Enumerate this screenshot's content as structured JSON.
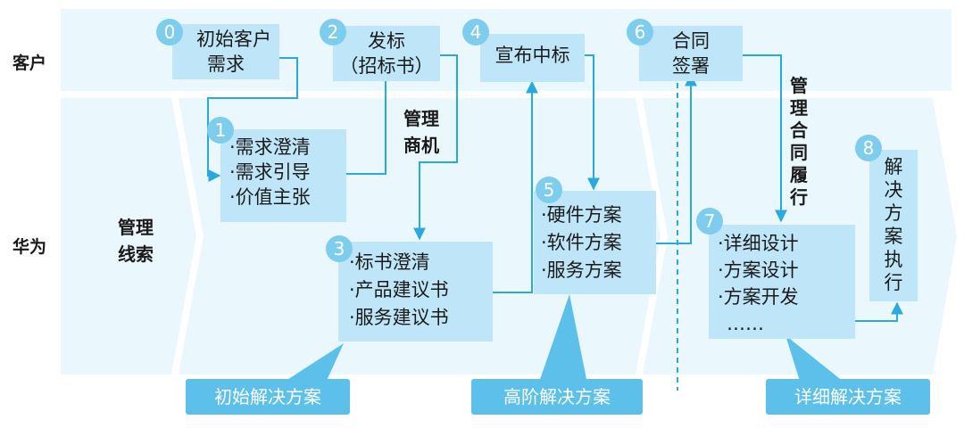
{
  "lanes": {
    "customer": "客户",
    "huawei": "华为"
  },
  "lead_label": [
    "管理",
    "线索"
  ],
  "steps": [
    {
      "num": "0",
      "lines": [
        "初始客户",
        "需求"
      ]
    },
    {
      "num": "1",
      "items": [
        "·需求澄清",
        "·需求引导",
        "·价值主张"
      ]
    },
    {
      "num": "2",
      "lines": [
        "发标",
        "（招标书）"
      ]
    },
    {
      "num": "3",
      "items": [
        "·标书澄清",
        "·产品建议书",
        "·服务建议书"
      ]
    },
    {
      "num": "4",
      "lines": [
        "宣布中标"
      ]
    },
    {
      "num": "5",
      "items": [
        "·硬件方案",
        "·软件方案",
        "·服务方案"
      ]
    },
    {
      "num": "6",
      "lines": [
        "合同",
        "签署"
      ]
    },
    {
      "num": "7",
      "items": [
        "·详细设计",
        "·方案设计",
        "·方案开发",
        "……"
      ]
    },
    {
      "num": "8",
      "vlines": [
        "解",
        "决",
        "方",
        "案",
        "执",
        "行"
      ]
    }
  ],
  "manage_opportunity": [
    "管理",
    "商机"
  ],
  "manage_contract": [
    "管",
    "理",
    "合",
    "同",
    "履",
    "行"
  ],
  "callouts": [
    "初始解决方案",
    "高阶解决方案",
    "详细解决方案"
  ],
  "colors": {
    "lane_bg": "#eaf7fd",
    "box": "#bfe6f8",
    "number": "#7fcdee",
    "arrow": "#29a9e0",
    "callout": "#5cc0ea"
  }
}
